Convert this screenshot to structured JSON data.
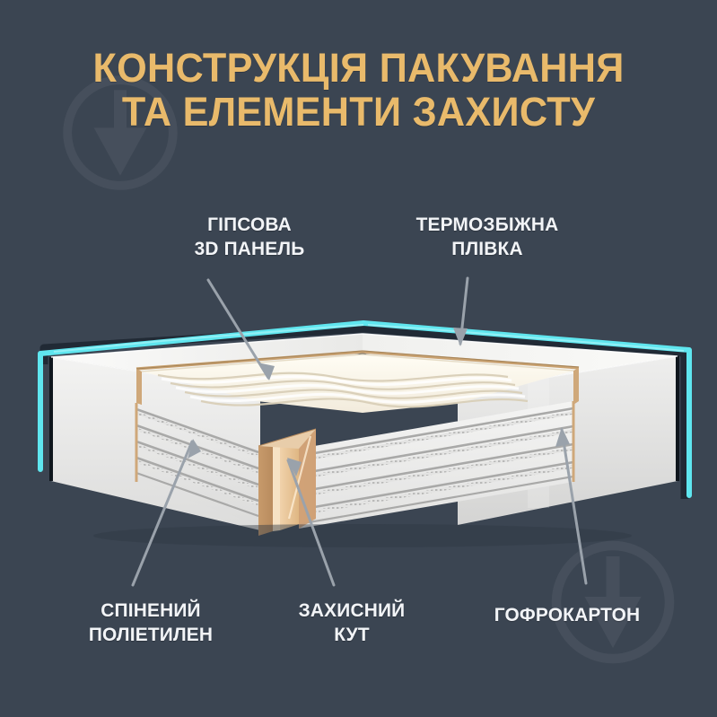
{
  "page": {
    "language": "uk",
    "background_color": "#3b4552",
    "accent_color": "#e9ba6b",
    "label_color": "#f2f4f7",
    "film_color": "#5fe6ef",
    "corner_color": "#d8ab7b",
    "leader_color": "#9aa2ab"
  },
  "title": {
    "line1": "КОНСТРУКЦІЯ ПАКУВАННЯ",
    "line2": "ТА ЕЛЕМЕНТИ ЗАХИСТУ"
  },
  "callouts": [
    {
      "id": "gypsum-panel",
      "line1": "ГІПСОВА",
      "line2": "3D ПАНЕЛЬ"
    },
    {
      "id": "shrink-film",
      "line1": "ТЕРМОЗБІЖНА",
      "line2": "ПЛІВКА"
    },
    {
      "id": "foam-polyethylene",
      "line1": "СПІНЕНИЙ",
      "line2": "ПОЛІЕТИЛЕН"
    },
    {
      "id": "protective-corner",
      "line1": "ЗАХИСНИЙ",
      "line2": "КУТ"
    },
    {
      "id": "corrugated-carton",
      "line1": "ГОФРОКАРТОН",
      "line2": ""
    }
  ],
  "illustration": {
    "description": "packaging-cutaway-diagram",
    "elements": [
      "shrink-film-outline",
      "corrugated-carton-box",
      "gypsum-3d-panel-stack",
      "foam-polyethylene-layers",
      "protective-corner-profile"
    ]
  },
  "watermark": {
    "name": "circle-v-logo",
    "count": 2,
    "opacity": "0.055"
  }
}
